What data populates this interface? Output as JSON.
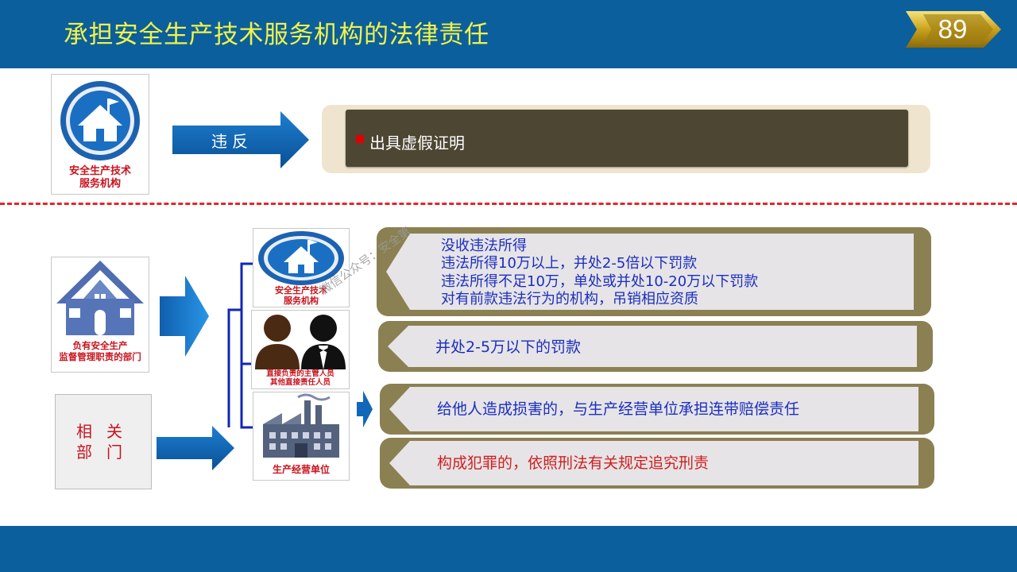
{
  "slide": {
    "title": "承担安全生产技术服务机构的法律责任",
    "page_number": "89"
  },
  "top_section": {
    "agency_caption_line1": "安全生产技术",
    "agency_caption_line2": "服务机构",
    "arrow_label": "违反",
    "violation": "出具虚假证明"
  },
  "bottom_section": {
    "supervisor_caption_line1": "负有安全生产",
    "supervisor_caption_line2": "监督管理职责的部门",
    "related_line1": "相关",
    "related_line2": "部门",
    "targets": [
      {
        "caption_line1": "安全生产技术",
        "caption_line2": "服务机构"
      },
      {
        "caption_line1": "直接负责的主管人员",
        "caption_line2": "其他直接责任人员"
      },
      {
        "caption_line1": "生产经营单位",
        "caption_line2": ""
      }
    ],
    "penalties": {
      "agency_lines": [
        "没收违法所得",
        "违法所得10万以上，并处2-5倍以下罚款",
        "违法所得不足10万，单处或并处10-20万以下罚款",
        "对有前款违法行为的机构，吊销相应资质"
      ],
      "personnel": "并处2-5万以下的罚款",
      "civil": "给他人造成损害的，与生产经营单位承担连带赔偿责任",
      "criminal": "构成犯罪的，依照刑法有关规定追究刑责"
    }
  },
  "watermark": "微信公众号：安全第",
  "colors": {
    "bar_blue": "#0b5f9c",
    "title_yellow": "#f1f24a",
    "arrow_blue": "#1168b8",
    "olive": "#8b8052",
    "panel_dark": "#4c4632",
    "caption_red": "#c8141e",
    "text_blue": "#1a2ec0",
    "dash_red": "#e0282a"
  },
  "icons": [
    "house-shield-icon",
    "house-icon",
    "people-icon",
    "factory-icon",
    "arrow-right-icon"
  ]
}
